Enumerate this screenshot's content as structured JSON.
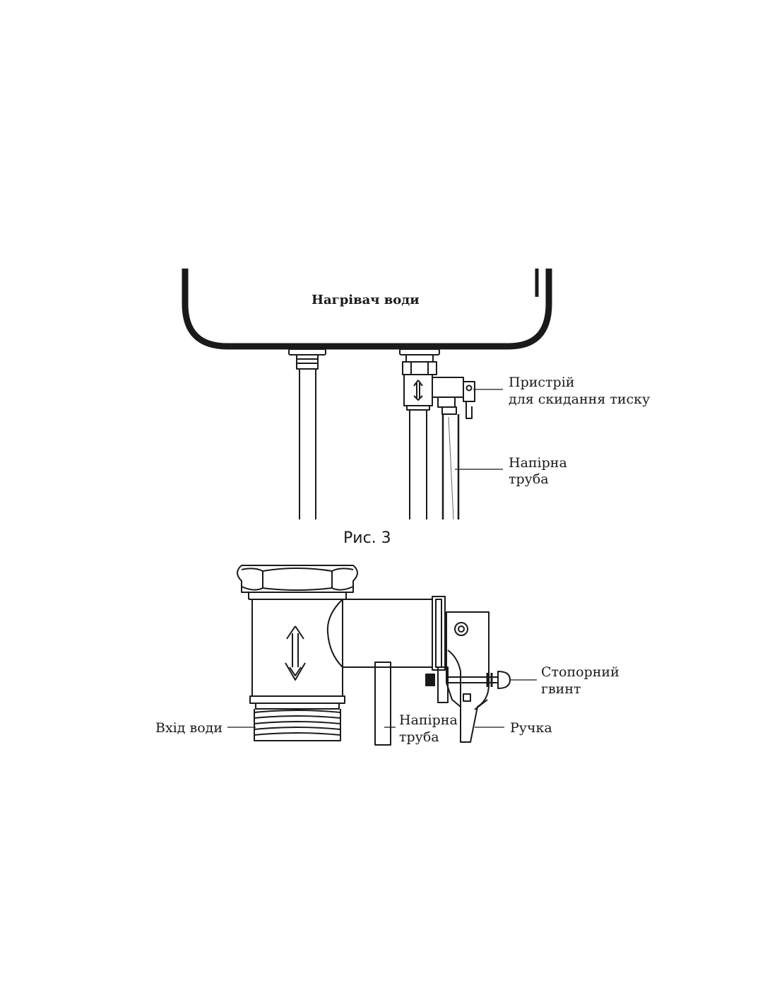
{
  "figure_top": {
    "heater_title": "Нагрівач води",
    "relief_device": [
      "Пристрій",
      "для скидання тиску"
    ],
    "pressure_pipe": [
      "Напірна",
      "труба"
    ]
  },
  "caption": "Рис. 3",
  "figure_bottom": {
    "water_inlet": "Вхід води",
    "pressure_pipe": [
      "Напірна",
      "труба"
    ],
    "lock_screw": [
      "Стопорний",
      "гвинт"
    ],
    "handle": "Ручка"
  }
}
